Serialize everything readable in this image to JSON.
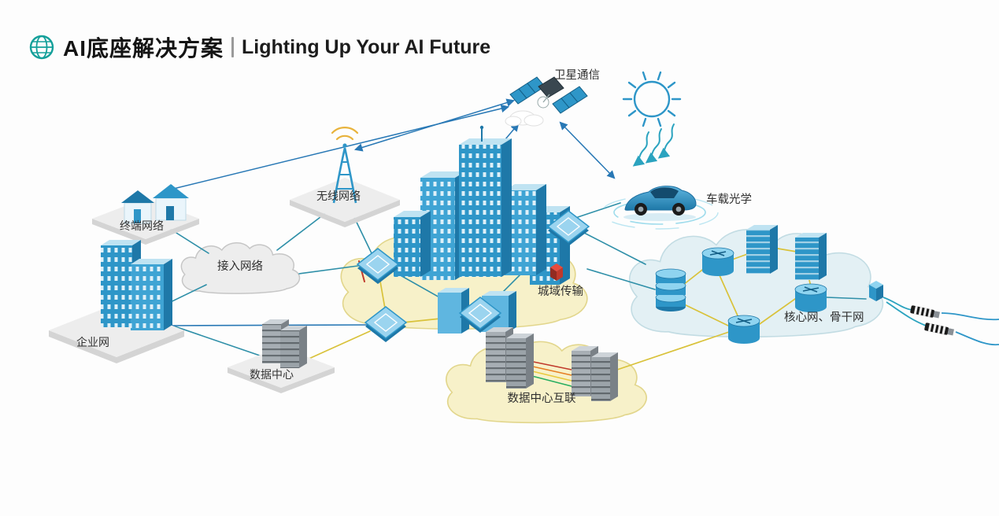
{
  "header": {
    "title_cn": "AI底座解决方案",
    "title_en": "Lighting Up Your AI Future"
  },
  "nodes": {
    "satellite": {
      "label": "卫星通信"
    },
    "wireless": {
      "label": "无线网络"
    },
    "terminal": {
      "label": "终端网络"
    },
    "access": {
      "label": "接入网络"
    },
    "enterprise": {
      "label": "企业网"
    },
    "metro": {
      "label": "城域传输"
    },
    "vehicle": {
      "label": "车载光学"
    },
    "core": {
      "label": "核心网、骨干网"
    },
    "datacenter": {
      "label": "数据中心"
    },
    "dci": {
      "label": "数据中心互联"
    }
  },
  "palette": {
    "primary_blue": "#2E96C8",
    "dark_blue": "#1E78A8",
    "light_blue": "#8FD4F0",
    "teal_line": "#2E8FA8",
    "link_blue": "#2878B5",
    "yellow_line": "#D9C23A",
    "cloud_yellow": "#F7F1C9",
    "cloud_gray": "#EDEDED",
    "cloud_blue": "#E3F0F4",
    "accent_red": "#C0392B",
    "signal_yellow": "#E8B33C",
    "globe_teal": "#14A09A"
  }
}
